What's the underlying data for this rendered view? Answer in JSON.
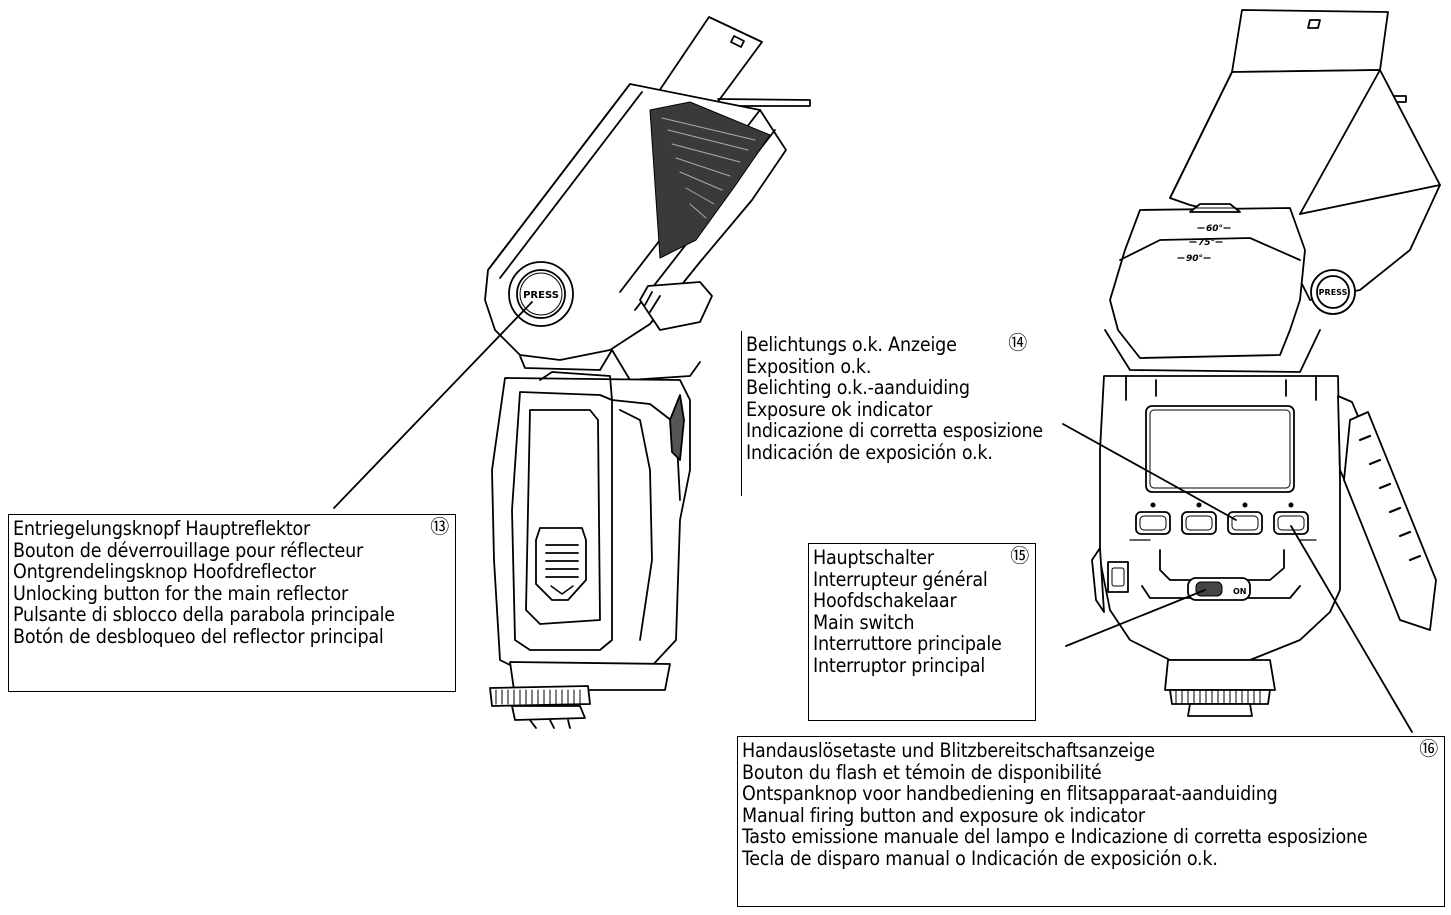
{
  "left_unit": {
    "button_label": "PRESS"
  },
  "right_unit": {
    "button_label": "PRESS",
    "switch_label": "ON",
    "tilt_marks": [
      "60°",
      "75°",
      "90°"
    ]
  },
  "callouts": {
    "c13": {
      "number": "⑬",
      "lines": [
        "Entriegelungsknopf Hauptreflektor",
        "Bouton de déverrouillage pour réflecteur",
        "Ontgrendelingsknop Hoofdreflector",
        "Unlocking button for the main reflector",
        "Pulsante di sblocco della parabola principale",
        "Botón de desbloqueo del reflector principal"
      ]
    },
    "c14": {
      "number": "⑭",
      "lines": [
        "Belichtungs o.k. Anzeige",
        "Exposition o.k.",
        "Belichting o.k.-aanduiding",
        "Exposure ok indicator",
        "Indicazione di corretta esposizione",
        "Indicación de exposición o.k."
      ]
    },
    "c15": {
      "number": "⑮",
      "lines": [
        "Hauptschalter",
        "Interrupteur général",
        "Hoofdschakelaar",
        "Main switch",
        "Interruttore principale",
        "Interruptor principal"
      ]
    },
    "c16": {
      "number": "⑯",
      "lines": [
        "Handauslösetaste und Blitzbereitschaftsanzeige",
        "Bouton du flash et  témoin de disponibilité",
        "Ontspanknop voor handbediening en flitsapparaat-aanduiding",
        "Manual firing button and exposure ok indicator",
        "Tasto emissione manuale del lampo e Indicazione di corretta esposizione",
        "Tecla de disparo manual o Indicación de exposición o.k."
      ]
    }
  }
}
